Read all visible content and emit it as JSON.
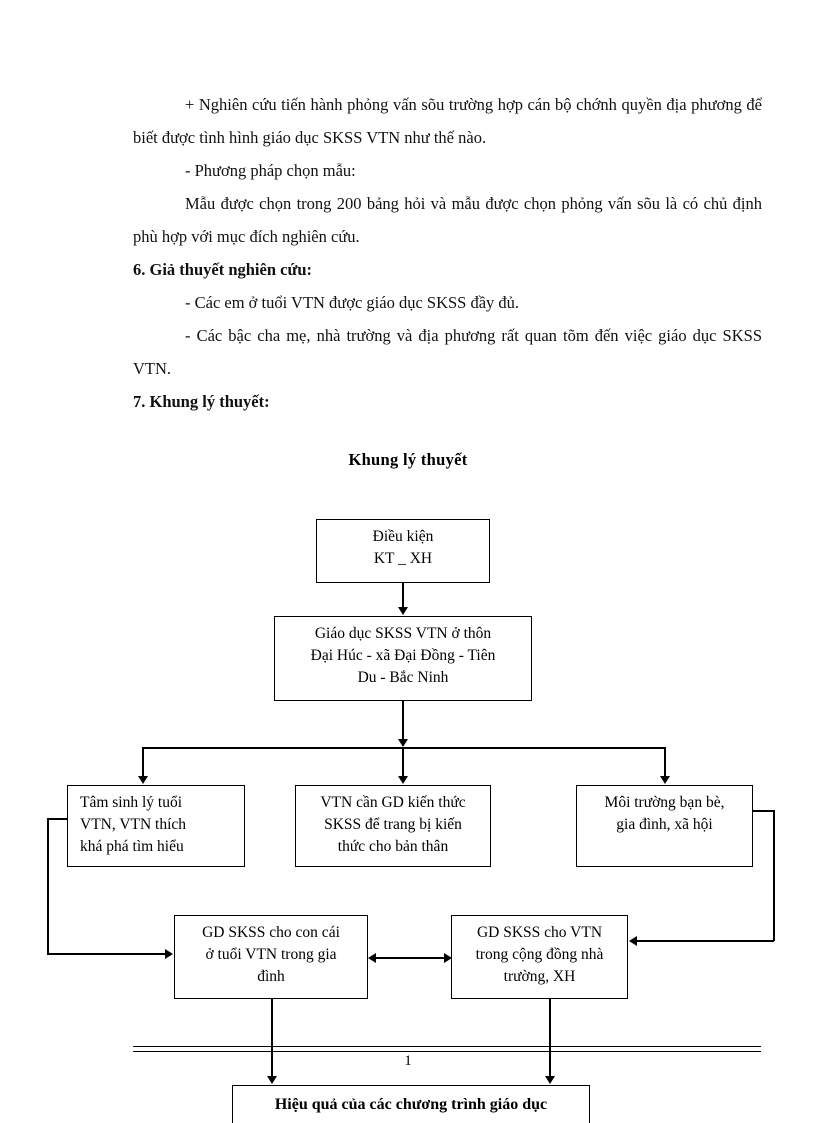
{
  "document": {
    "page_number": "1",
    "paragraphs": [
      {
        "id": "p1",
        "text": "+ Nghiên  cứu tiến  hành  phỏng vấn  sõu trường hợp cán bộ  chớnh quyền địa phương để biết được tình hình giáo dục SKSS VTN như thế nào.",
        "style": "indent"
      },
      {
        "id": "p2",
        "text": "- Phương pháp chọn mẫu:",
        "style": "indent-left"
      },
      {
        "id": "p3",
        "text": "Mẫu  được chọn trong 200  bảng hỏi và mẫu  được chọn phỏng vấn  sõu là có chủ định phù hợp với mục đích nghiên  cứu.",
        "style": "indent"
      },
      {
        "id": "h6",
        "text": "6. Giả thuyết nghiên cứu:",
        "style": "bold"
      },
      {
        "id": "p4",
        "text": "- Các em ở tuổi VTN được giáo dục SKSS đầy đủ.",
        "style": "indent-left"
      },
      {
        "id": "p5",
        "text": "- Các bậc cha mẹ, nhà trường và  địa phương rất quan tõm đến việc giáo dục SKSS VTN.",
        "style": "indent"
      },
      {
        "id": "h7",
        "text": "7. Khung lý thuyết:",
        "style": "bold"
      }
    ]
  },
  "diagram": {
    "title": "Khung lý thuyết",
    "nodes": {
      "condition": {
        "lines": [
          "Điều kiện",
          "KT _ XH"
        ]
      },
      "education_location": {
        "lines": [
          "Giáo dục SKSS VTN ở thôn",
          "Đại Húc - xã Đại Đồng - Tiên",
          "Du - Bắc Ninh"
        ]
      },
      "psychology": {
        "lines": [
          "Tâm sinh lý tuổi",
          "VTN, VTN thích",
          "khá phá tìm hiểu"
        ]
      },
      "knowledge_need": {
        "lines": [
          "VTN cần GD kiến thức",
          "SKSS để trang bị kiến",
          "thức cho bản thân"
        ]
      },
      "environment": {
        "lines": [
          "Môi trường bạn bè,",
          "gia đình, xã hội"
        ]
      },
      "family_education": {
        "lines": [
          "GD SKSS cho con cái",
          "ở tuổi VTN trong gia",
          "đình"
        ]
      },
      "community_education": {
        "lines": [
          "GD SKSS cho VTN",
          "trong cộng đồng nhà",
          "trường, XH"
        ]
      },
      "outcome": {
        "lines": [
          "Hiệu quả của các chương trình  giáo dục"
        ]
      }
    }
  },
  "colors": {
    "ink": "#000000",
    "paper": "#ffffff"
  }
}
